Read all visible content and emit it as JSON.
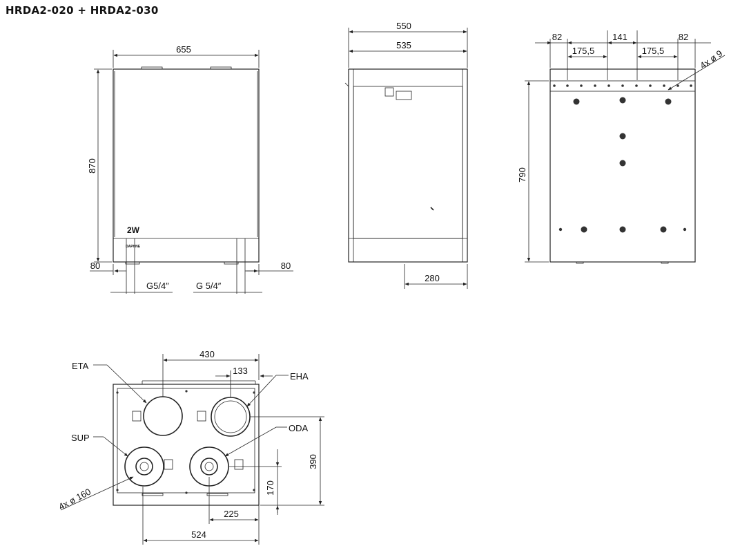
{
  "title": "HRDA2-020 + HRDA2-030",
  "front_view": {
    "width": "655",
    "height": "870",
    "left_offset": "80",
    "right_offset": "80",
    "left_connection": "G5/4″",
    "right_connection": "G 5/4″",
    "logo_mark": "2W",
    "logo_sub": "DAPHNE"
  },
  "side_view": {
    "outer_width": "550",
    "inner_width": "535",
    "depth": "280"
  },
  "back_view": {
    "left_edge": "82",
    "center_spacing": "141",
    "right_edge": "82",
    "left_pitch": "175,5",
    "right_pitch": "175,5",
    "holes": "4x ø 9",
    "height": "790"
  },
  "top_view": {
    "eta_label": "ETA",
    "eha_label": "EHA",
    "sup_label": "SUP",
    "oda_label": "ODA",
    "dim_top": "430",
    "dim_eha": "133",
    "dim_depth": "390",
    "dim_lower": "170",
    "dim_spacing": "225",
    "dim_overall": "524",
    "duct_diameter": "4x ø 160"
  }
}
